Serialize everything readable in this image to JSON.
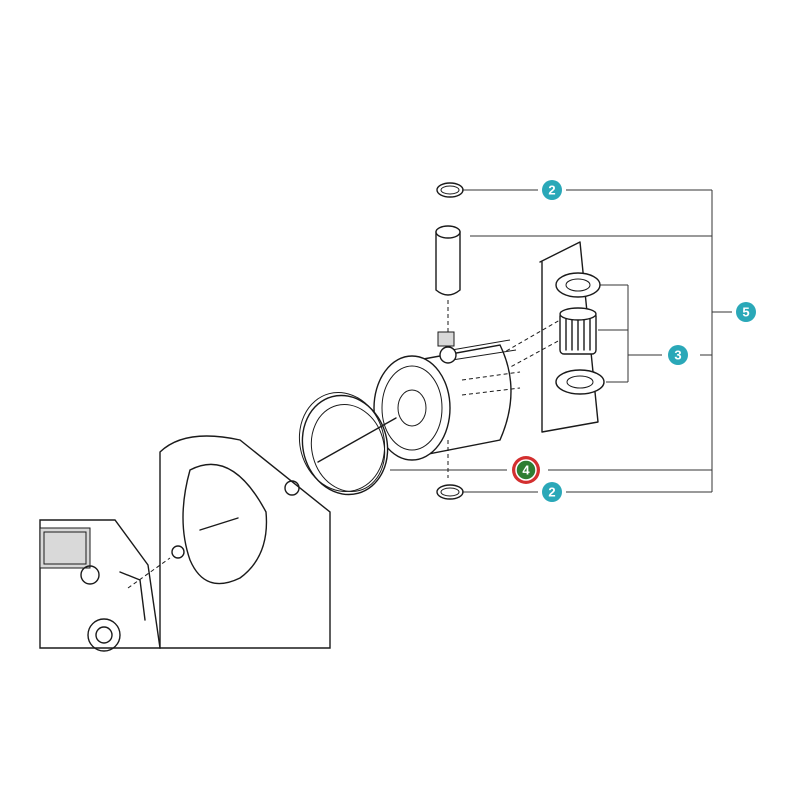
{
  "callouts": [
    {
      "id": "c2a",
      "label": "2",
      "color": "#2aa8b8"
    },
    {
      "id": "c5",
      "label": "5",
      "color": "#2aa8b8"
    },
    {
      "id": "c3",
      "label": "3",
      "color": "#2aa8b8"
    },
    {
      "id": "c4",
      "label": "4",
      "color": "#2e7d32",
      "highlight": "#d32f2f"
    },
    {
      "id": "c2b",
      "label": "2",
      "color": "#2aa8b8"
    }
  ]
}
